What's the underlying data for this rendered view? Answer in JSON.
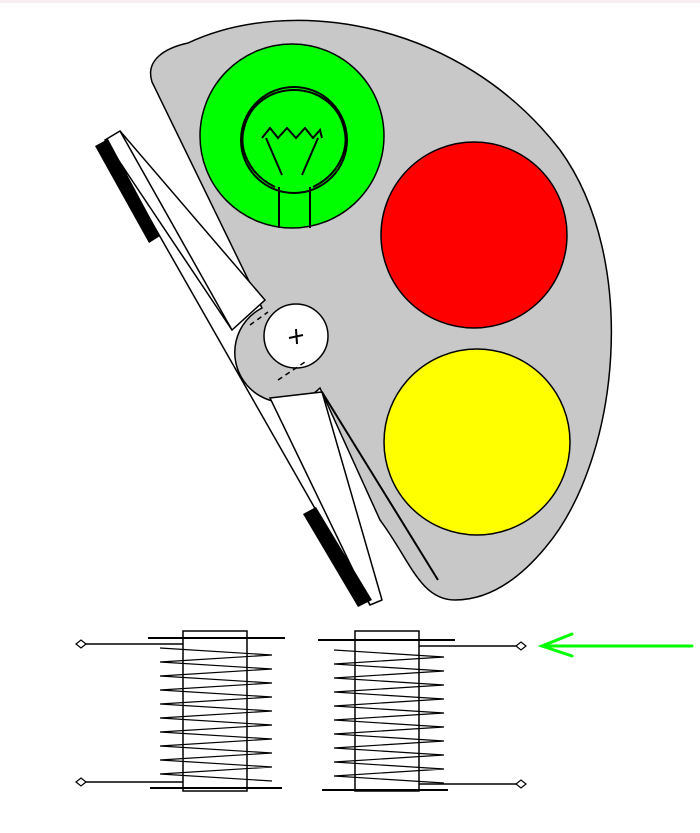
{
  "colors": {
    "background": "#ffffff",
    "top_bar": "#f6eef2",
    "housing": "#c8c8c8",
    "outline": "#000000",
    "lamp_green": "#00ff00",
    "lamp_red": "#ff0000",
    "lamp_yellow": "#ffff00",
    "pivot_fill": "#ffffff",
    "arrow": "#00ff00"
  },
  "elements": {
    "housing": "semicircular-signal-housing",
    "lamps": [
      "green-lamp",
      "red-lamp",
      "yellow-lamp"
    ],
    "bulb": "lightbulb-icon",
    "pivot": "pivot-screw",
    "armature": "armature-bar",
    "coils": [
      "left-coil",
      "right-coil"
    ],
    "terminals": 4,
    "indicator": "input-arrow"
  }
}
